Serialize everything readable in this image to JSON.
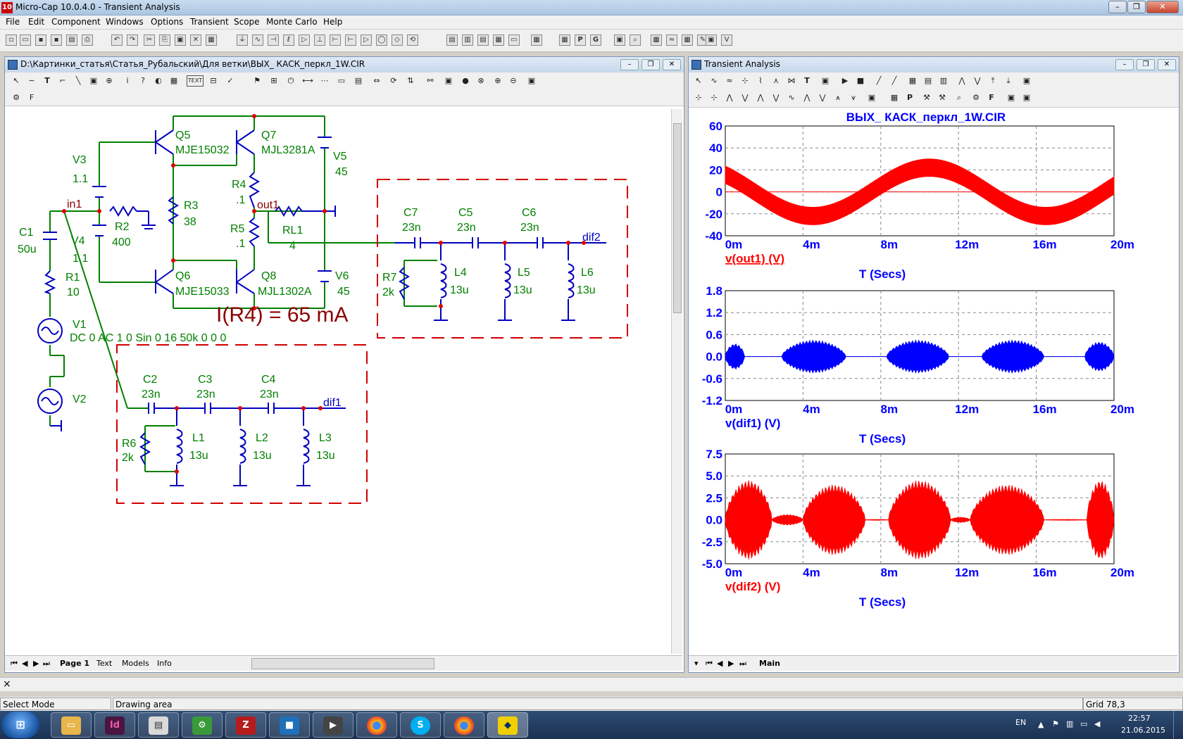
{
  "window": {
    "title": "Micro-Cap 10.0.4.0 - Transient Analysis",
    "icon_text": "10"
  },
  "menu": [
    "File",
    "Edit",
    "Component",
    "Windows",
    "Options",
    "Transient",
    "Scope",
    "Monte Carlo",
    "Help"
  ],
  "schematic": {
    "title": "D:\\Картинки_статья\\Статья_Рубальский\\Для ветки\\ВЫХ_ КАСК_перкл_1W.CIR",
    "tool_text_label": "TEXT",
    "labels": {
      "q5": "Q5",
      "q5m": "MJE15032",
      "q7": "Q7",
      "q7m": "MJL3281A",
      "q6": "Q6",
      "q6m": "MJE15033",
      "q8": "Q8",
      "q8m": "MJL1302A",
      "v3": "V3",
      "v3v": "1.1",
      "v4": "V4",
      "v4v": "1.1",
      "v5": "V5",
      "v5v": "45",
      "v6": "V6",
      "v6v": "45",
      "r4": "R4",
      "r4v": ".1",
      "r5": "R5",
      "r5v": ".1",
      "r3": "R3",
      "r3v": "38",
      "r2": "R2",
      "r2v": "400",
      "rl1": "RL1",
      "rl1v": "4",
      "c1": "C1",
      "c1v": "50u",
      "r1": "R1",
      "r1v": "10",
      "v1": "V1",
      "v1v": "DC 0 AC 1 0 Sin 0 16 50k 0 0 0",
      "v2": "V2",
      "in1": "in1",
      "out1": "out1",
      "ir4": "I(R4) = 65 mA",
      "c7": "C7",
      "c7v": "23n",
      "c5": "C5",
      "c5v": "23n",
      "c6": "C6",
      "c6v": "23n",
      "dif2": "dif2",
      "r7": "R7",
      "r7v": "2k",
      "l4": "L4",
      "l4v": "13u",
      "l5": "L5",
      "l5v": "13u",
      "l6": "L6",
      "l6v": "13u",
      "c2": "C2",
      "c2v": "23n",
      "c3": "C3",
      "c3v": "23n",
      "c4": "C4",
      "c4v": "23n",
      "dif1": "dif1",
      "r6": "R6",
      "r6v": "2k",
      "l1": "L1",
      "l1v": "13u",
      "l2": "L2",
      "l2v": "13u",
      "l3": "L3",
      "l3v": "13u"
    },
    "tabs": [
      "Page 1",
      "Text",
      "Models",
      "Info"
    ]
  },
  "analysis": {
    "title": "Transient Analysis",
    "tabs": [
      "Main"
    ]
  },
  "chart_data": [
    {
      "type": "area",
      "title": "ВЫХ_ КАСК_перкл_1W.CIR",
      "xlabel": "T (Secs)",
      "ylabel": "v(out1) (V)",
      "x_ticks": [
        "0m",
        "4m",
        "8m",
        "12m",
        "16m",
        "20m"
      ],
      "y_ticks": [
        "-40",
        "-20",
        "0",
        "20",
        "40",
        "60"
      ],
      "xlim": [
        0,
        20
      ],
      "ylim": [
        -40,
        60
      ],
      "series": [
        {
          "name": "v(out1) (V)",
          "color": "#ff0000",
          "envelope_center": {
            "offset": 0,
            "amplitude": 22,
            "period_ms": 12
          },
          "envelope_width": 16
        }
      ]
    },
    {
      "type": "area",
      "xlabel": "T (Secs)",
      "ylabel": "v(dif1) (V)",
      "x_ticks": [
        "0m",
        "4m",
        "8m",
        "12m",
        "16m",
        "20m"
      ],
      "y_ticks": [
        "-1.2",
        "-0.6",
        "0.0",
        "0.6",
        "1.2",
        "1.8"
      ],
      "xlim": [
        0,
        20
      ],
      "ylim": [
        -1.2,
        1.8
      ],
      "series": [
        {
          "name": "v(dif1) (V)",
          "color": "#0000ff",
          "bursts": [
            {
              "t0": 0,
              "t1": 1.0,
              "peak": 0.35
            },
            {
              "t0": 2.9,
              "t1": 6.2,
              "peak": 0.45
            },
            {
              "t0": 8.3,
              "t1": 11.5,
              "peak": 0.45
            },
            {
              "t0": 13.2,
              "t1": 16.4,
              "peak": 0.45
            },
            {
              "t0": 18.5,
              "t1": 20,
              "peak": 0.4
            }
          ]
        }
      ]
    },
    {
      "type": "area",
      "xlabel": "T (Secs)",
      "ylabel": "v(dif2) (V)",
      "x_ticks": [
        "0m",
        "4m",
        "8m",
        "12m",
        "16m",
        "20m"
      ],
      "y_ticks": [
        "-5.0",
        "-2.5",
        "0.0",
        "2.5",
        "5.0",
        "7.5"
      ],
      "xlim": [
        0,
        20
      ],
      "ylim": [
        -5.0,
        7.5
      ],
      "series": [
        {
          "name": "v(dif2) (V)",
          "color": "#ff0000",
          "bursts": [
            {
              "t0": 0,
              "t1": 2.4,
              "peak": 4.5
            },
            {
              "t0": 2.4,
              "t1": 4.0,
              "peak": 0.6
            },
            {
              "t0": 4.0,
              "t1": 7.2,
              "peak": 4.0
            },
            {
              "t0": 7.2,
              "t1": 8.4,
              "peak": 0.05
            },
            {
              "t0": 8.4,
              "t1": 11.6,
              "peak": 4.5
            },
            {
              "t0": 11.6,
              "t1": 12.6,
              "peak": 0.3
            },
            {
              "t0": 12.6,
              "t1": 16.4,
              "peak": 4.0
            },
            {
              "t0": 16.4,
              "t1": 18.6,
              "peak": 0.05
            },
            {
              "t0": 18.6,
              "t1": 20,
              "peak": 4.5
            }
          ]
        }
      ]
    }
  ],
  "status": {
    "close_mark": "×",
    "mode": "Select Mode",
    "area": "Drawing area",
    "grid": "Grid 78,3"
  },
  "tray": {
    "lang": "EN",
    "time": "22:57",
    "date": "21.06.2015"
  }
}
